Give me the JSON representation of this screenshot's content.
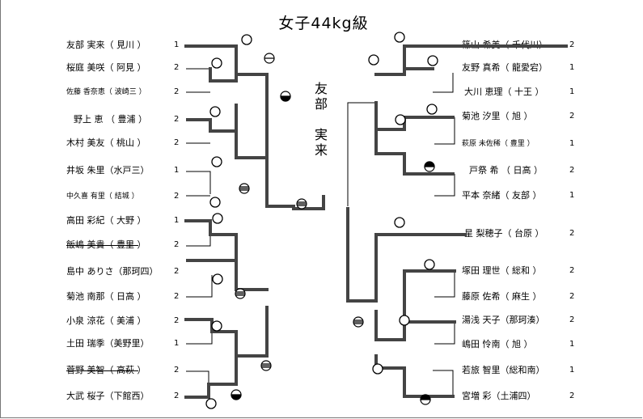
{
  "title": "女子44kg級",
  "champion": {
    "name_chars": [
      "友",
      "部",
      "",
      "実",
      "来"
    ]
  },
  "left": [
    {
      "name": "友部 実来",
      "team": "見川",
      "seed": "1"
    },
    {
      "name": "桜庭 美咲",
      "team": "阿見",
      "seed": "2"
    },
    {
      "name": "佐藤 香奈恵",
      "team": "波崎三",
      "seed": "2"
    },
    {
      "name": "野上 恵",
      "team": "豊浦",
      "seed": "2"
    },
    {
      "name": "木村 美友",
      "team": "桃山",
      "seed": "2"
    },
    {
      "name": "井坂 朱里",
      "team": "水戸三",
      "seed": "1"
    },
    {
      "name": "中久喜 有里",
      "team": "結城",
      "seed": "2"
    },
    {
      "name": "高田 彩紀",
      "team": "大野",
      "seed": "1"
    },
    {
      "name": "飯嶋 美貴",
      "team": "豊里",
      "seed": "2"
    },
    {
      "name": "島中 ありさ",
      "team": "那珂四",
      "seed": "2"
    },
    {
      "name": "菊池 南那",
      "team": "日高",
      "seed": "2"
    },
    {
      "name": "小泉 涼花",
      "team": "美浦",
      "seed": "2"
    },
    {
      "name": "土田 瑞季",
      "team": "美野里",
      "seed": "1"
    },
    {
      "name": "菅野 美智",
      "team": "高萩",
      "seed": "2"
    },
    {
      "name": "大武 桜子",
      "team": "下館西",
      "seed": "2"
    }
  ],
  "right": [
    {
      "name": "篠山 希美",
      "team": "千代川",
      "seed": "2"
    },
    {
      "name": "友野 真希",
      "team": "龍愛宕",
      "seed": "1"
    },
    {
      "name": "大川 恵理",
      "team": "十王",
      "seed": "1"
    },
    {
      "name": "菊池 汐里",
      "team": "旭",
      "seed": "2"
    },
    {
      "name": "萩原 未佐稀",
      "team": "豊里",
      "seed": "1"
    },
    {
      "name": "戸祭 希",
      "team": "日高",
      "seed": "2"
    },
    {
      "name": "平本 奈緒",
      "team": "友部",
      "seed": "1"
    },
    {
      "name": "星 梨穂子",
      "team": "台原",
      "seed": "2"
    },
    {
      "name": "塚田 理世",
      "team": "総和",
      "seed": "2"
    },
    {
      "name": "藤原 佐希",
      "team": "麻生",
      "seed": "2"
    },
    {
      "name": "湯浅 天子",
      "team": "那珂湊",
      "seed": "2"
    },
    {
      "name": "嶋田 怜南",
      "team": "旭",
      "seed": "1"
    },
    {
      "name": "若旅 智里",
      "team": "総和南",
      "seed": "1"
    },
    {
      "name": "宮増 彩",
      "team": "土浦四",
      "seed": "2"
    }
  ]
}
